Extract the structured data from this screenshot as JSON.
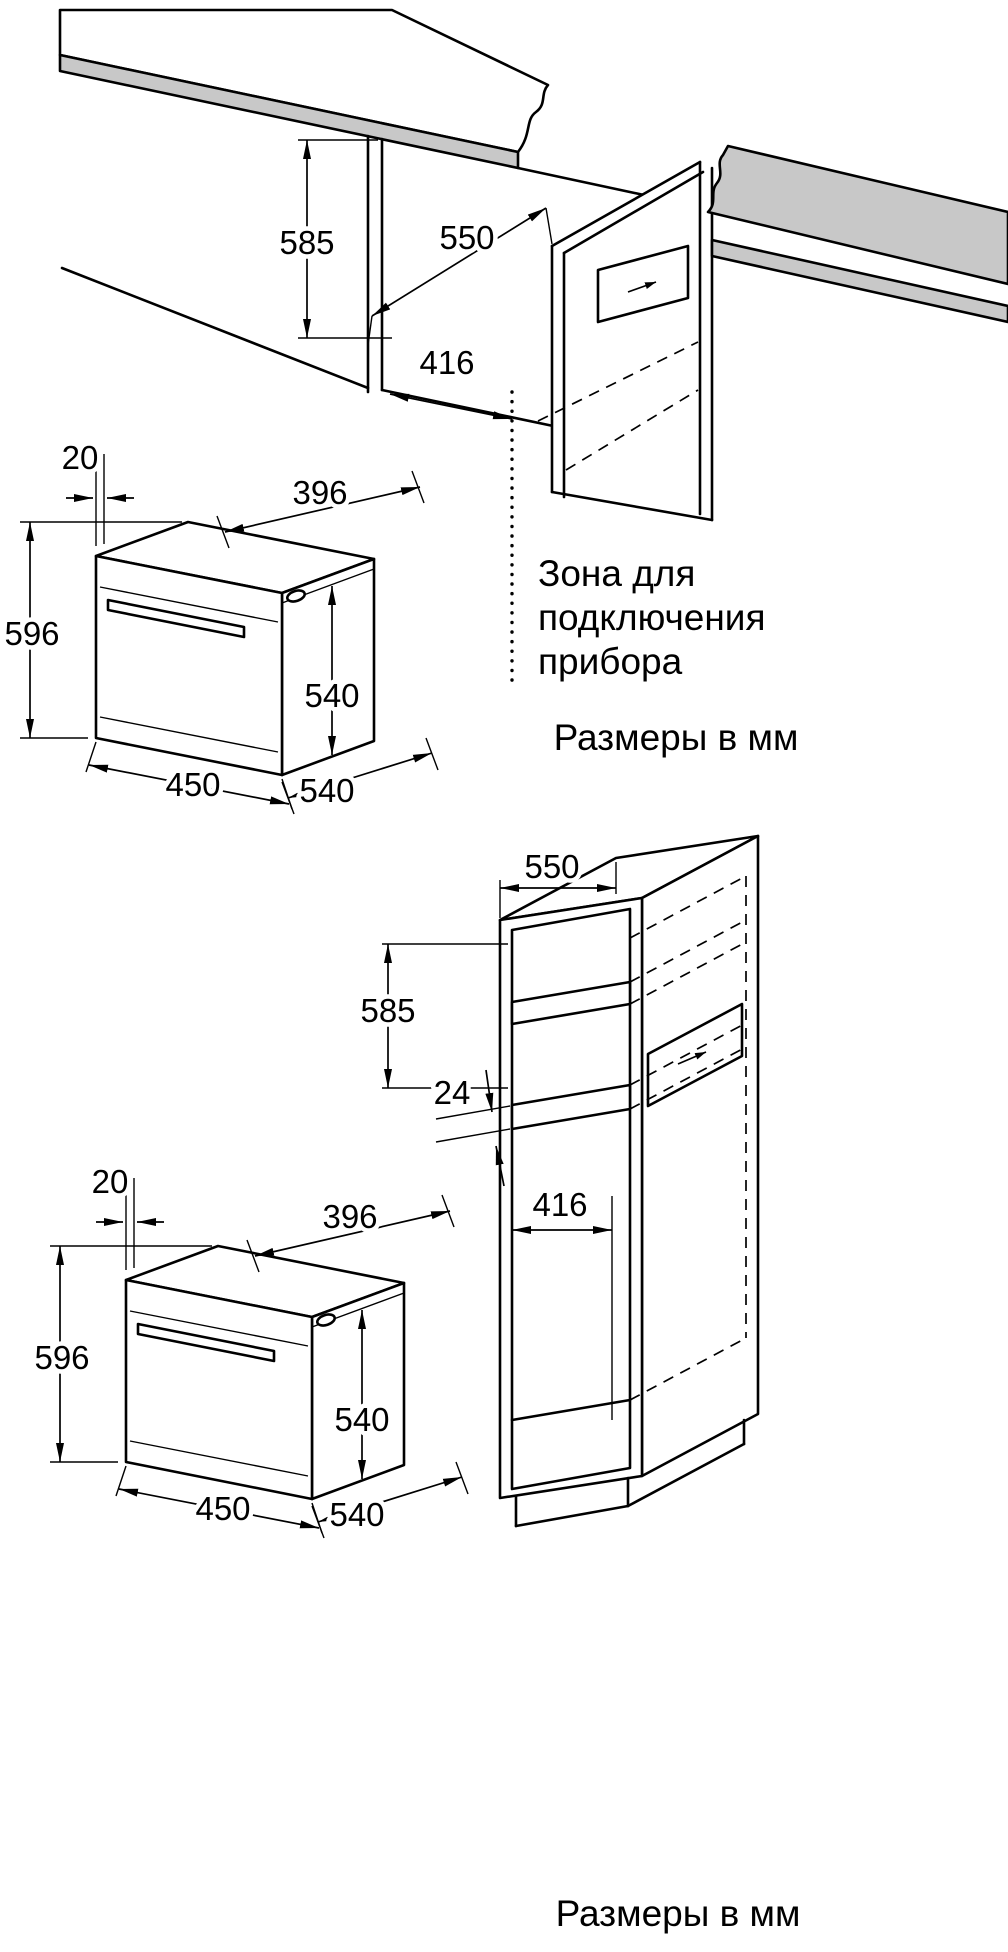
{
  "units_note": "Размеры в мм",
  "connection_zone": {
    "line1": "Зона для",
    "line2": "подключения",
    "line3": "прибора"
  },
  "top_diagram": {
    "niche_height": "585",
    "niche_depth": "550",
    "zone_offset": "416"
  },
  "bottom_diagram": {
    "cabinet_depth": "550",
    "niche_height": "585",
    "panel_thickness": "24",
    "zone_offset": "416"
  },
  "oven": {
    "door_gap": "20",
    "top_depth": "396",
    "height": "596",
    "body_height": "540",
    "width": "450",
    "body_depth": "540"
  },
  "colors": {
    "line": "#000000",
    "counter_fill": "#c8c8c8",
    "background": "#ffffff"
  }
}
